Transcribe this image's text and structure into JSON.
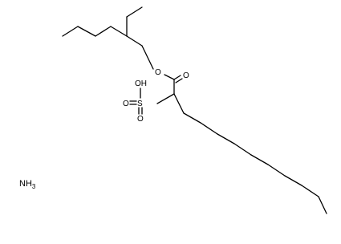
{
  "molecule": {
    "atom_labels": {
      "ester_oxygen": "O",
      "carbonyl_oxygen": "O",
      "sulfonic_hydroxyl": "OH",
      "sulfur": "S",
      "sulfonyl_oxygen_left": "O",
      "sulfonyl_oxygen_bottom": "O"
    },
    "counter_ion": {
      "symbol": "NH",
      "subscript": "3"
    }
  },
  "colors": {
    "bond": "#000000",
    "background": "#ffffff"
  }
}
